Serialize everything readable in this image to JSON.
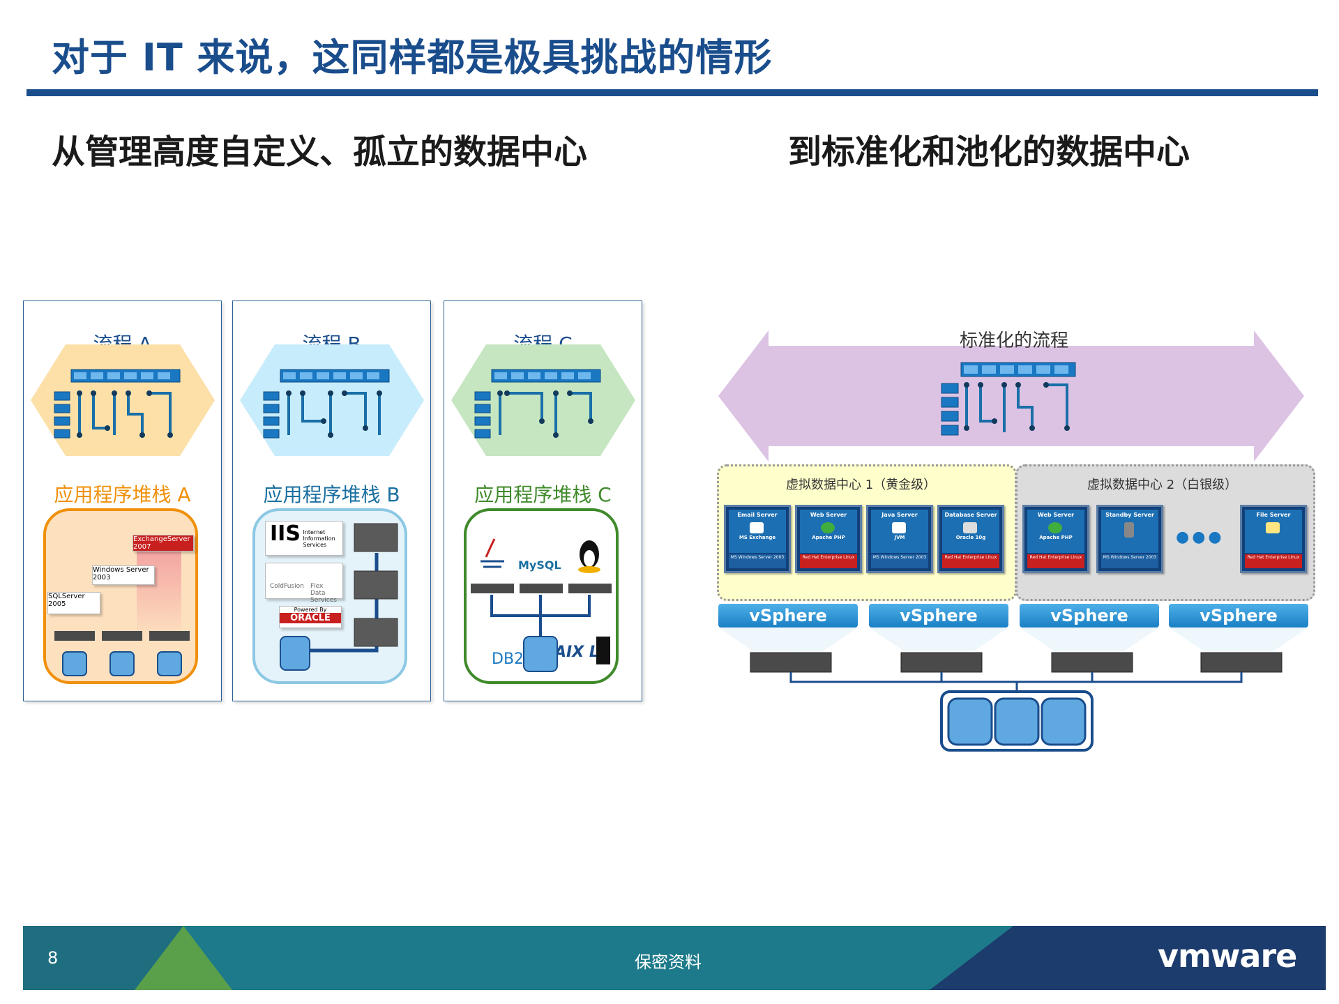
{
  "slide": {
    "title": "对于 IT 来说，这同样都是极具挑战的情形",
    "subtitle_left": "从管理高度自定义、孤立的数据中心",
    "subtitle_right": "到标准化和池化的数据中心"
  },
  "panels": [
    {
      "flow": "流程 A",
      "stack": "应用程序堆栈 A",
      "color": "#f0900a"
    },
    {
      "flow": "流程 B",
      "stack": "应用程序堆栈 B",
      "color": "#1a6fa0"
    },
    {
      "flow": "流程 C",
      "stack": "应用程序堆栈 C",
      "color": "#3f8a2a"
    }
  ],
  "panel_a_logos": {
    "exchange": "ExchangeServer 2007",
    "windows": "Windows Server 2003",
    "sql": "SQLServer 2005"
  },
  "panel_b_logos": {
    "iis": "IIS",
    "iis_sub": "Internet Information Services",
    "coldfusion": "ColdFusion",
    "flex": "Flex Data Services",
    "oracle_top": "Powered By",
    "oracle": "ORACLE"
  },
  "panel_c_logos": {
    "mysql": "MySQL",
    "db2": "DB2",
    "aix": "AIX L"
  },
  "right": {
    "flow": "标准化的流程",
    "vdc1": "虚拟数据中心 1（黄金级）",
    "vdc2": "虚拟数据中心 2（白银级）",
    "vsphere": "vSphere",
    "ellipsis": "●●●",
    "servers1": [
      {
        "name": "Email Server",
        "sub": "MS Exchange",
        "os": "MS Windows Server 2003",
        "red": false
      },
      {
        "name": "Web Server",
        "sub": "Apache PHP",
        "os": "Red Hat Enterprise Linux",
        "red": true
      },
      {
        "name": "Java Server",
        "sub": "JVM",
        "os": "MS Windows Server 2003",
        "red": false
      },
      {
        "name": "Database Server",
        "sub": "Oracle 10g",
        "os": "Red Hat Enterprise Linux",
        "red": true
      }
    ],
    "servers2": [
      {
        "name": "Web Server",
        "sub": "Apache PHP",
        "os": "Red Hat Enterprise Linux",
        "red": true
      },
      {
        "name": "Standby Server",
        "sub": "",
        "os": "MS Windows Server 2003",
        "red": false
      },
      {
        "name": "File Server",
        "sub": "",
        "os": "Red Hat Enterprise Linux",
        "red": true
      }
    ]
  },
  "footer": {
    "page": "8",
    "confidential": "保密资料",
    "logo": "vmware"
  },
  "colors": {
    "title_blue": "#1a4d8c",
    "orange": "#f0900a",
    "blue": "#1a6fa0",
    "green": "#3f8a2a",
    "purple": "#dcc3e4",
    "gold": "#ffffcc"
  }
}
